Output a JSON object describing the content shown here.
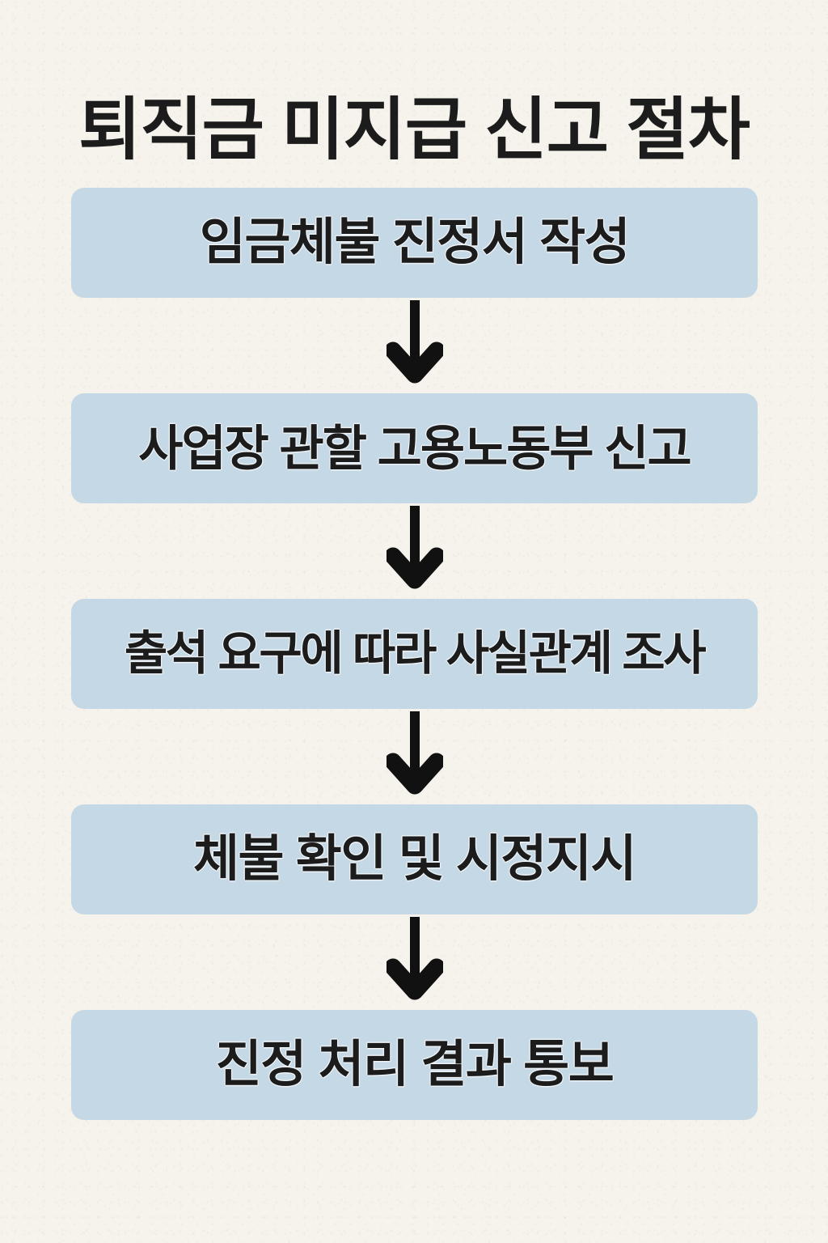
{
  "poster": {
    "title": "퇴직금 미지급 신고 절차",
    "background_color": "#f6f2ec",
    "box_color": "#c5d8e6",
    "text_color": "#1c1c1c",
    "arrow_color": "#111111"
  },
  "flow": {
    "orientation": "vertical",
    "steps": [
      {
        "index": "1",
        "label": "임금체불 진정서 작성"
      },
      {
        "index": "2",
        "label": "사업장 관할 고용노동부 신고"
      },
      {
        "index": "3",
        "label": "출석 요구에 따라 사실관계 조사"
      },
      {
        "index": "4",
        "label": "체불 확인 및 시정지시"
      },
      {
        "index": "5",
        "label": "진정 처리 결과 통보"
      }
    ],
    "connectors": [
      {
        "icon": "arrow-down-icon",
        "from": "1",
        "to": "2"
      },
      {
        "icon": "arrow-down-icon",
        "from": "2",
        "to": "3"
      },
      {
        "icon": "arrow-down-icon",
        "from": "3",
        "to": "4"
      },
      {
        "icon": "arrow-down-icon",
        "from": "4",
        "to": "5"
      }
    ]
  }
}
